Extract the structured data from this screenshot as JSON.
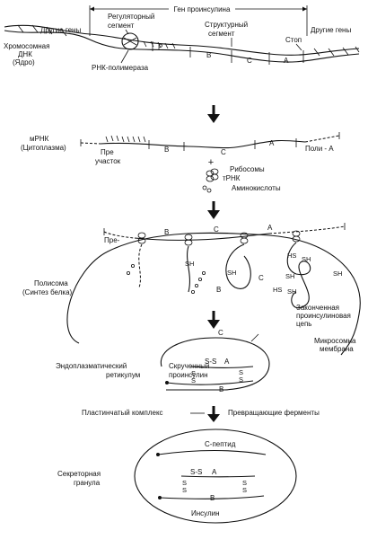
{
  "step1": {
    "gene_title": "Ген проинсулина",
    "other_genes_left": "Другие гены",
    "other_genes_right": "Другие гены",
    "regulatory_segment": [
      "Регуляторный",
      "сегмент"
    ],
    "structural_segment": [
      "Структурный",
      "сегмент"
    ],
    "stop": "Стоп",
    "chromosomal_dna": [
      "Хромосомная",
      "ДНК",
      "(Ядро)"
    ],
    "rna_polymerase": "РНК-полимераза",
    "segments": [
      "P",
      "B",
      "C",
      "A"
    ]
  },
  "step2": {
    "mrna": [
      "мРНК",
      "(Цитоплазма)"
    ],
    "pre_region": [
      "Пре",
      "участок"
    ],
    "segments": [
      "B",
      "C",
      "A"
    ],
    "poly_a": "Поли - А",
    "plus": "+",
    "ribosomes_block": [
      "Рибосомы",
      "тРНК",
      "Аминокислоты"
    ]
  },
  "step3": {
    "pre": "Пре-",
    "segments": [
      "B",
      "C",
      "A",
      "B",
      "C"
    ],
    "polysome": [
      "Полисома",
      "(Синтез белка)"
    ],
    "sh": "SH",
    "hs": "HS",
    "finished_chain": [
      "Законченная",
      "проинсулиновая",
      "цепь"
    ],
    "microsomal_membrane": [
      "Микросомна",
      "мембрана"
    ]
  },
  "step4": {
    "er": [
      "Эндоплазматический",
      "ретикулум"
    ],
    "folded": [
      "Скрученный",
      "проинсулин"
    ],
    "segments": [
      "C",
      "A",
      "B"
    ],
    "ss": "S-S",
    "s": "S"
  },
  "step5": {
    "golgi": "Пластинчатый комплекс",
    "enzymes": "Превращающие ферменты"
  },
  "step6": {
    "c_peptide": "С-пептид",
    "secretory_granule": [
      "Секреторная",
      "гранула"
    ],
    "segments": [
      "A",
      "B"
    ],
    "ss": "S-S",
    "s": "S",
    "insulin": "Инсулин"
  }
}
